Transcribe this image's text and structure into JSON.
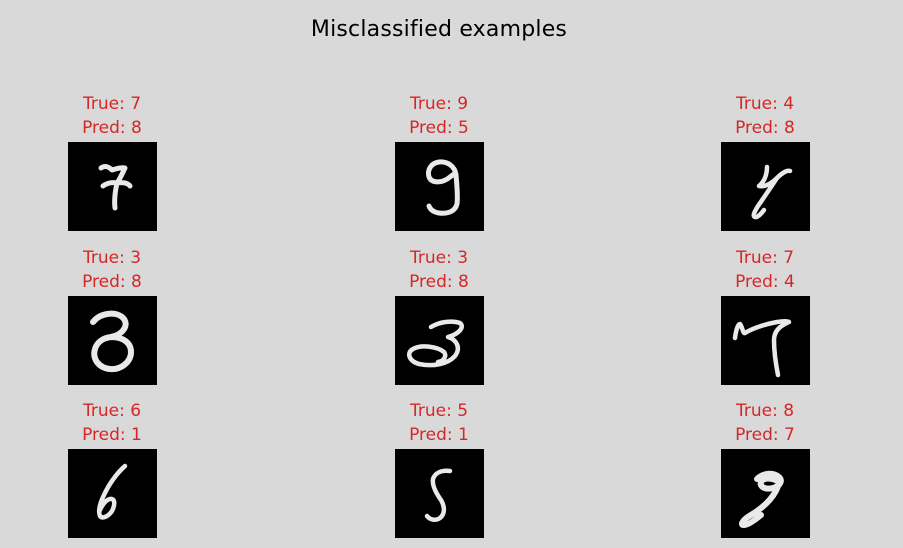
{
  "figure": {
    "title": "Misclassified examples"
  },
  "samples": [
    {
      "true_text": "True: 7",
      "pred_text": "Pred: 8",
      "true_label": 7,
      "pred_label": 8
    },
    {
      "true_text": "True: 9",
      "pred_text": "Pred: 5",
      "true_label": 9,
      "pred_label": 5
    },
    {
      "true_text": "True: 4",
      "pred_text": "Pred: 8",
      "true_label": 4,
      "pred_label": 8
    },
    {
      "true_text": "True: 3",
      "pred_text": "Pred: 8",
      "true_label": 3,
      "pred_label": 8
    },
    {
      "true_text": "True: 3",
      "pred_text": "Pred: 8",
      "true_label": 3,
      "pred_label": 8
    },
    {
      "true_text": "True: 7",
      "pred_text": "Pred: 4",
      "true_label": 7,
      "pred_label": 4
    },
    {
      "true_text": "True: 6",
      "pred_text": "Pred: 1",
      "true_label": 6,
      "pred_label": 1
    },
    {
      "true_text": "True: 5",
      "pred_text": "Pred: 1",
      "true_label": 5,
      "pred_label": 1
    },
    {
      "true_text": "True: 8",
      "pred_text": "Pred: 7",
      "true_label": 8,
      "pred_label": 7
    }
  ],
  "colors": {
    "background": "#d9d9d9",
    "label": "#d62728",
    "digit_background": "#000000",
    "digit_stroke": "#e9e9e9"
  }
}
